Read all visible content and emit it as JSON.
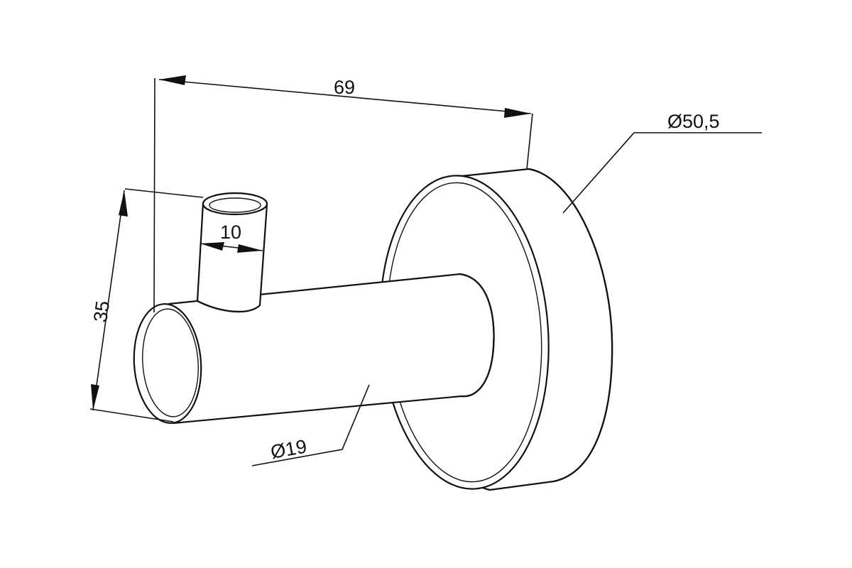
{
  "dimensions": {
    "overall_length": "69",
    "outer_diameter": "Ø50,5",
    "height": "35",
    "peg_width": "10",
    "rod_diameter": "Ø19"
  }
}
